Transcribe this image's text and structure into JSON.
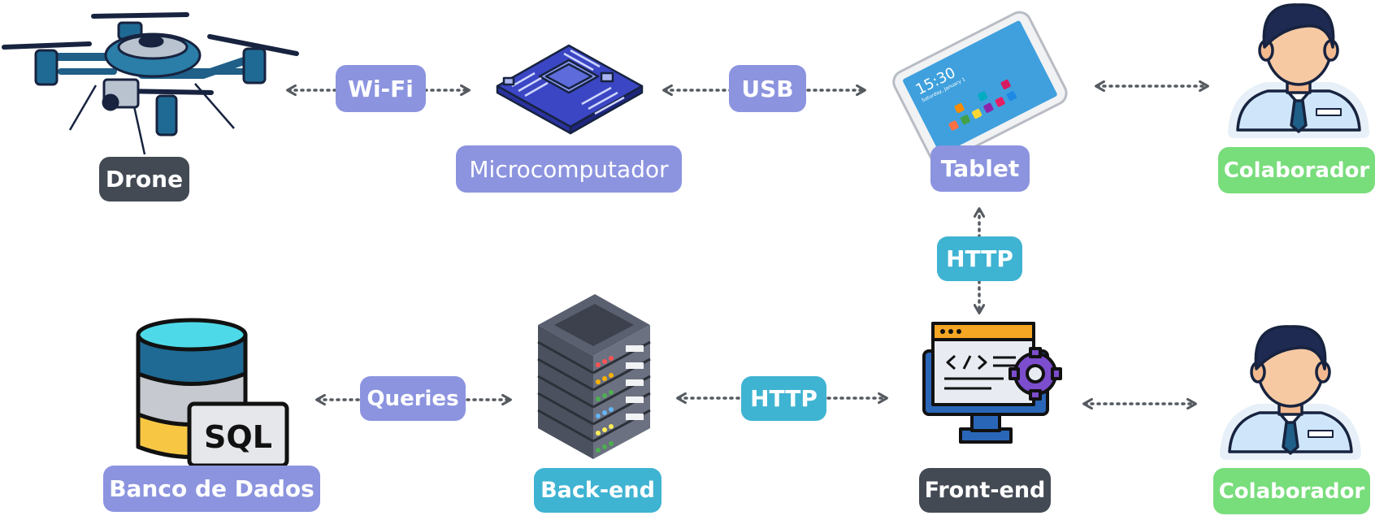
{
  "colors": {
    "dark": "#434a54",
    "purple": "#8c94df",
    "teal": "#3fb3d2",
    "green": "#78dd7b",
    "arrow": "#555a60"
  },
  "nodes": {
    "drone": "Drone",
    "microcomputer": "Microcomputador",
    "tablet": "Tablet",
    "collaborator_top": "Colaborador",
    "database": "Banco de Dados",
    "backend": "Back-end",
    "frontend": "Front-end",
    "collaborator_bottom": "Colaborador"
  },
  "connections": {
    "drone_micro": "Wi-Fi",
    "micro_tablet": "USB",
    "tablet_frontend": "HTTP",
    "db_backend": "Queries",
    "backend_frontend": "HTTP"
  },
  "icons": {
    "drone": "drone-icon",
    "microcomputer": "circuit-board-icon",
    "tablet": "tablet-icon",
    "collaborator": "user-icon",
    "database": "sql-database-icon",
    "backend": "server-rack-icon",
    "frontend": "monitor-code-icon"
  },
  "tablet_screen": {
    "time": "15:30",
    "date": "Saturday, January 1"
  },
  "database_badge": "SQL"
}
